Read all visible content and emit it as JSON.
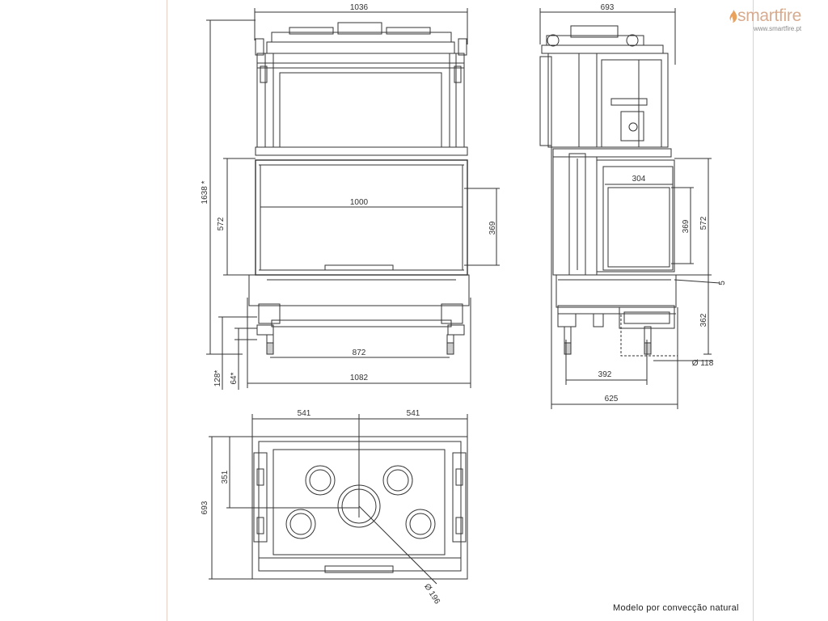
{
  "brand": {
    "name": "smartfire",
    "url": "www.smartfire.pt",
    "color": "#d7ab8f"
  },
  "caption": "Modelo por convecção natural",
  "dimensions": {
    "front": {
      "top_width": "1036",
      "total_height": "1638 *",
      "glass_height": "572",
      "glass_width": "1000",
      "opening_height": "369",
      "feet_spacing": "872",
      "base_width": "1082",
      "feet_height_a": "128*",
      "feet_height_b": "64*"
    },
    "side": {
      "depth_top": "693",
      "glass_width": "304",
      "opening_height": "369",
      "glass_height": "572",
      "offset": "5",
      "lower_height": "362",
      "duct_diameter": "Ø 118",
      "duct_offset": "392",
      "total_depth": "625"
    },
    "top": {
      "half_left": "541",
      "half_right": "541",
      "depth": "693",
      "half_depth": "351",
      "flue_diameter": "Ø 196"
    }
  }
}
